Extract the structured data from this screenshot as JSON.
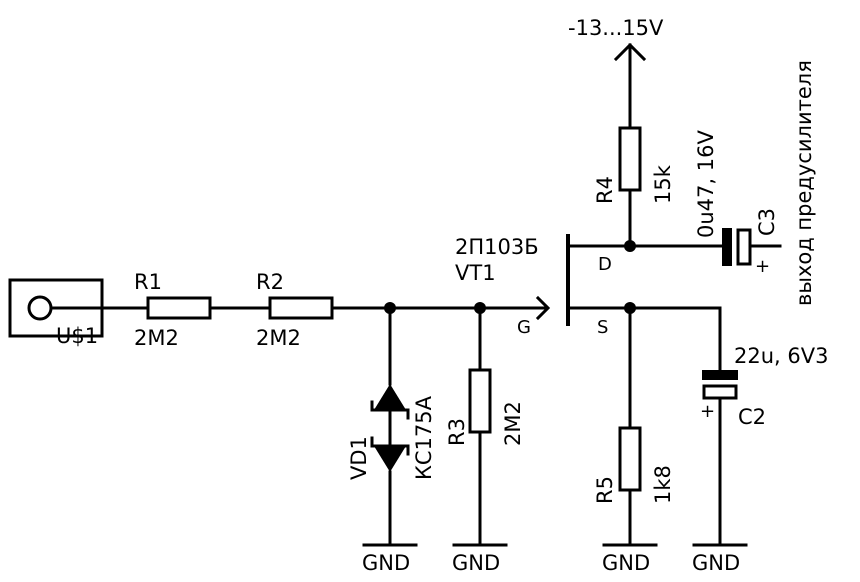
{
  "connector": {
    "name": "U$1"
  },
  "resistors": [
    {
      "name": "R1",
      "value": "2M2"
    },
    {
      "name": "R2",
      "value": "2M2"
    },
    {
      "name": "R3",
      "value": "2M2"
    },
    {
      "name": "R4",
      "value": "15k"
    },
    {
      "name": "R5",
      "value": "1k8"
    }
  ],
  "diode": {
    "name": "VD1",
    "value": "КС175А"
  },
  "transistor": {
    "name": "VT1",
    "type": "2П103Б",
    "pins": {
      "gate": "G",
      "drain": "D",
      "source": "S"
    }
  },
  "capacitors": [
    {
      "name": "C2",
      "value": "22u, 6V3",
      "polarity": "+"
    },
    {
      "name": "C3",
      "value": "0u47, 16V",
      "polarity": "+"
    }
  ],
  "supply": {
    "label": "-13...15V"
  },
  "output": {
    "label": "выход предусилителя"
  },
  "ground": [
    "GND",
    "GND",
    "GND",
    "GND"
  ]
}
